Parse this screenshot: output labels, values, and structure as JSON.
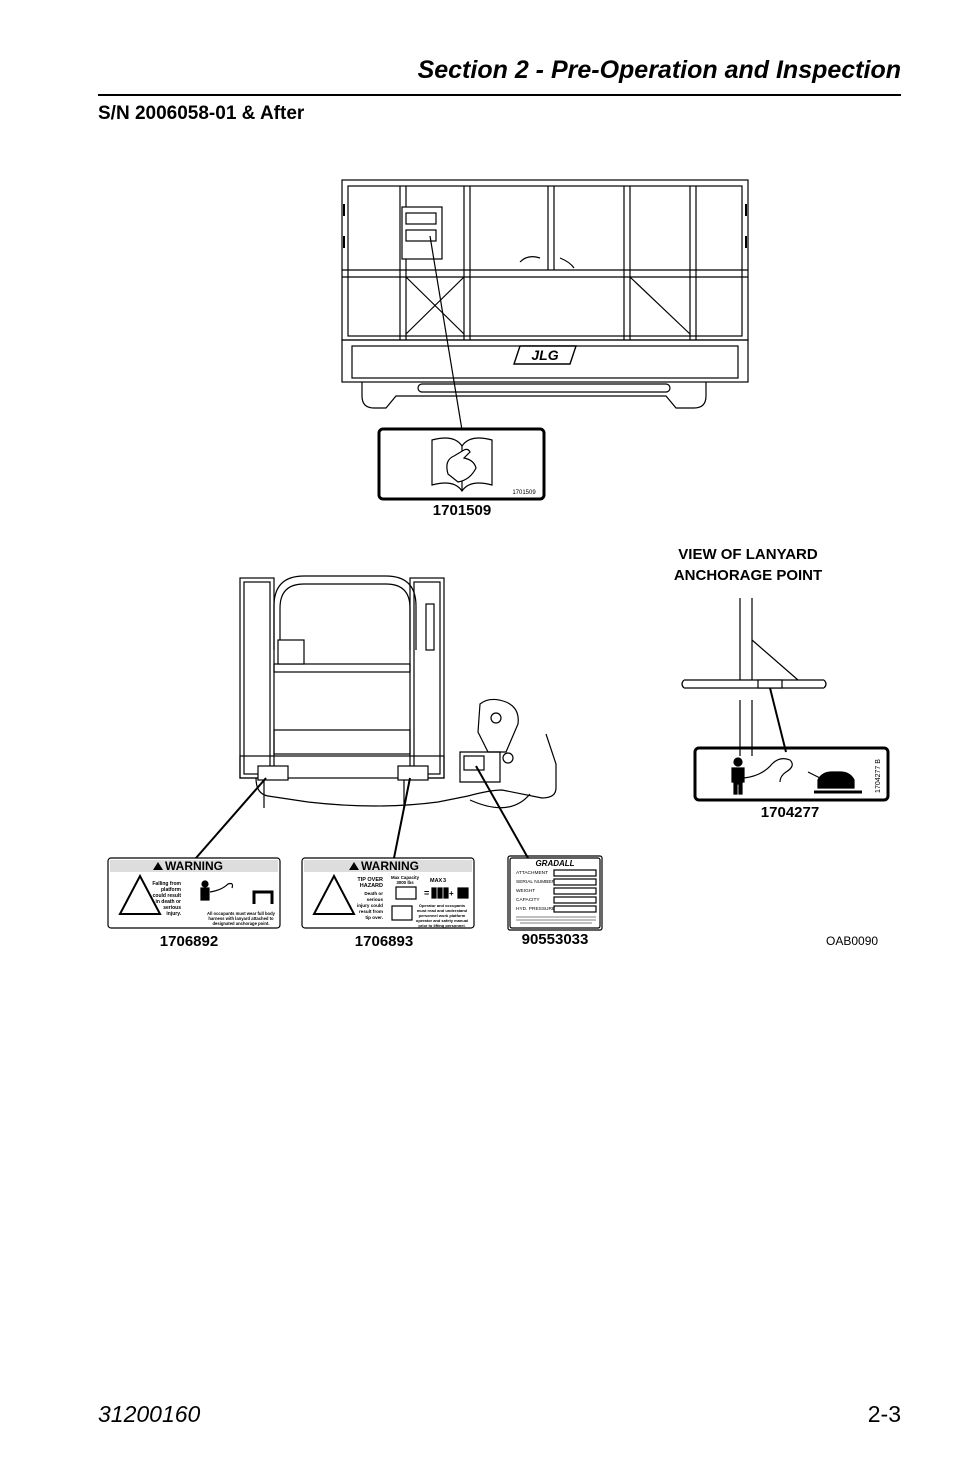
{
  "header": {
    "section_title": "Section 2 - Pre-Operation and Inspection",
    "subtitle": "S/N 2006058-01 & After"
  },
  "figure": {
    "view_title_line1": "VIEW OF LANYARD",
    "view_title_line2": "ANCHORAGE POINT",
    "platform_logo": "JLG",
    "decals": {
      "manual": {
        "part": "1701509",
        "small_code": "1701509"
      },
      "lanyard": {
        "part": "1704277",
        "small_code": "1704277 B"
      },
      "warning_falling": {
        "part": "1706892",
        "banner": "WARNING",
        "hazard_text": "Falling from platform could result in death or serious injury.",
        "instruction": "All occupants must wear full body harness with lanyard attached to designated anchorage point."
      },
      "warning_tip": {
        "part": "1706893",
        "banner": "WARNING",
        "hazard_title": "TIP OVER HAZARD",
        "hazard_text": "Death or serious injury could result from tip over.",
        "capacity_label": "Max Capacity",
        "capacity_value": "3000 lbs",
        "max_label": "MAX",
        "max_value": "3",
        "instruction": "Operator and occupants must read and understand personnel work platform operator and safety manual prior to lifting personnel."
      },
      "nameplate": {
        "part": "90553033",
        "brand": "GRADALL",
        "fields": [
          "ATTACHMENT",
          "SERIAL NUMBER",
          "WEIGHT",
          "CAPACITY",
          "HYD. PRESSURE"
        ]
      }
    },
    "figure_code": "OAB0090"
  },
  "footer": {
    "doc_number": "31200160",
    "page_number": "2-3"
  }
}
